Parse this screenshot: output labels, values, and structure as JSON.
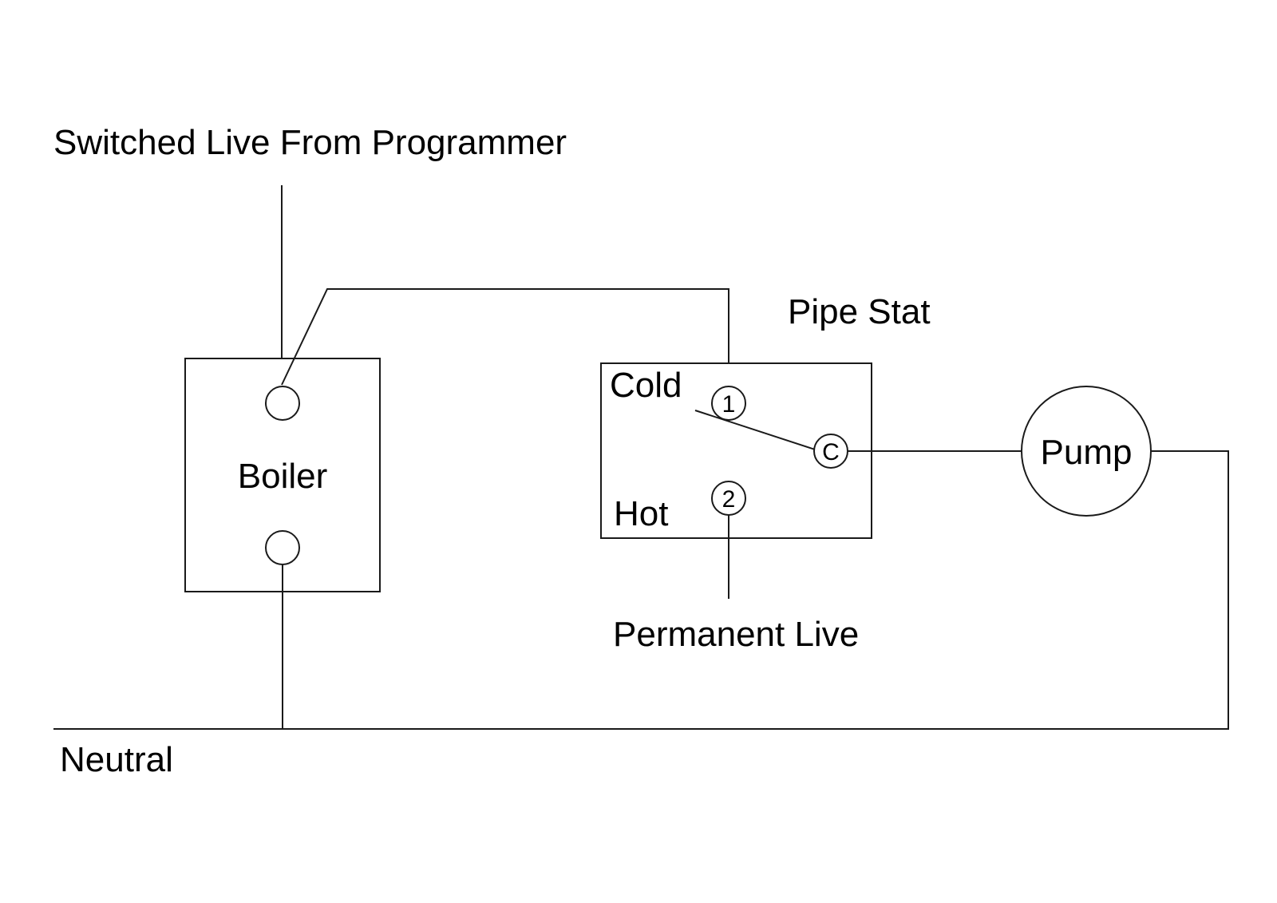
{
  "colors": {
    "line": "#1a1a1a",
    "text": "#000000",
    "background": "#ffffff"
  },
  "labels": {
    "switched_live": "Switched Live From Programmer",
    "pipe_stat": "Pipe Stat",
    "boiler": "Boiler",
    "cold": "Cold",
    "hot": "Hot",
    "pump": "Pump",
    "permanent_live": "Permanent Live",
    "neutral": "Neutral"
  },
  "terminals": {
    "t1": "1",
    "t2": "2",
    "common": "C"
  }
}
